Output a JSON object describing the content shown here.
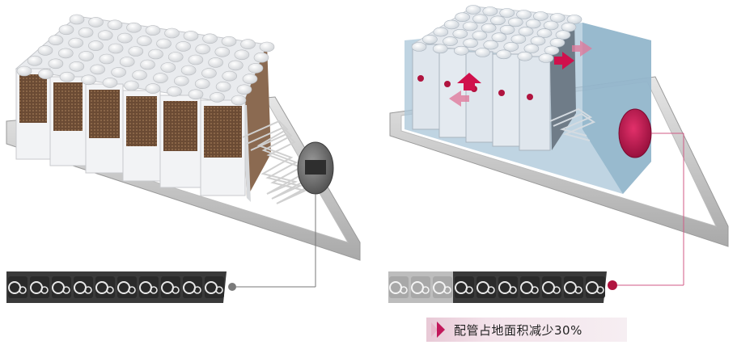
{
  "caption": {
    "text": "配管占地面积减少30%",
    "accent_color": "#c2185b"
  },
  "colors": {
    "unit_body": "#f2f3f5",
    "grille_brown": "#6b4b34",
    "enclosure_blue": "#a9c6d8",
    "highlight_red": "#d0104c",
    "frame_gray": "#cfcfcf"
  },
  "left_pipe_slots": 10,
  "right_pipe_slots_gray": 3,
  "right_pipe_slots_dark": 7
}
